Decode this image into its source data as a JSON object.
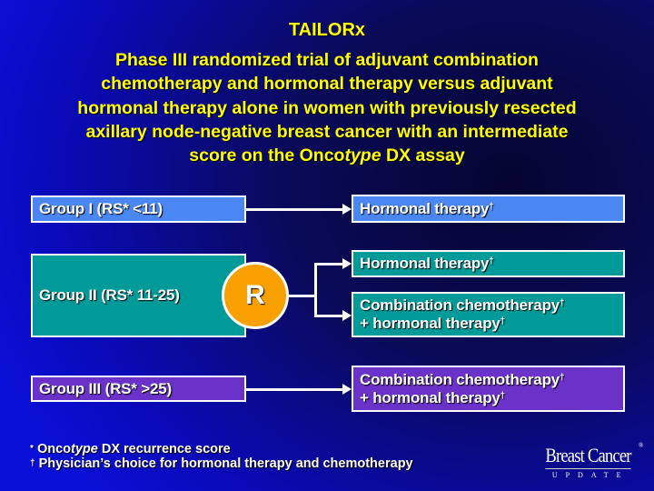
{
  "title": "TAILORx",
  "subtitle": {
    "line1": "Phase III randomized trial of adjuvant combination",
    "line2": "chemotherapy and hormonal therapy versus adjuvant",
    "line3": "hormonal therapy alone in women with previously resected",
    "line4": "axillary node-negative breast cancer with an intermediate",
    "line5a": "score on the Onco",
    "line5b": "type",
    "line5c": " DX assay"
  },
  "groups": {
    "g1": "Group I (RS* <11)",
    "g2": "Group II (RS* 11-25)",
    "g3": "Group III (RS* >25)"
  },
  "randomize": "R",
  "arms": {
    "hormonal": "Hormonal therapy",
    "combo1": "Combination chemotherapy",
    "combo2": "+ hormonal therapy",
    "dagger": "†"
  },
  "footnotes": {
    "mark1": "*",
    "f1a": "Onco",
    "f1b": "type",
    "f1c": " DX recurrence score",
    "mark2": "†",
    "f2": "Physician’s choice for hormonal therapy and chemotherapy"
  },
  "logo": {
    "name": "Breast Cancer",
    "reg": "®",
    "sub": "UPDATE"
  },
  "colors": {
    "title": "#ffff00",
    "group1": "#4b87f2",
    "group2": "#009a98",
    "group3": "#6a32c8",
    "randomize": "#f7a000"
  }
}
